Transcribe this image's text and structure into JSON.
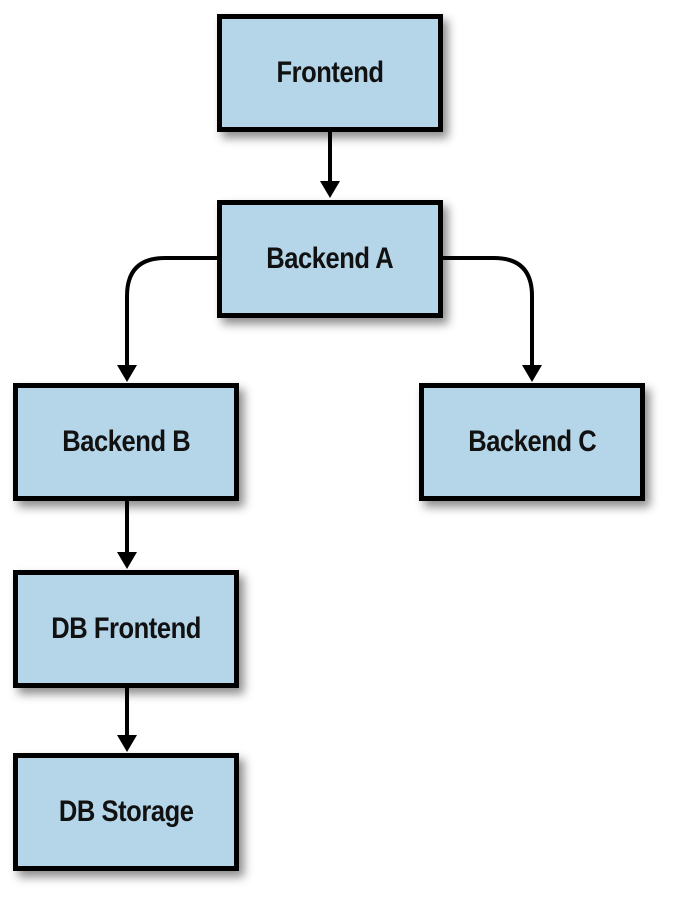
{
  "diagram": {
    "type": "flowchart",
    "nodes": [
      {
        "id": "frontend",
        "label": "Frontend"
      },
      {
        "id": "backend-a",
        "label": "Backend A"
      },
      {
        "id": "backend-b",
        "label": "Backend B"
      },
      {
        "id": "backend-c",
        "label": "Backend C"
      },
      {
        "id": "db-frontend",
        "label": "DB Frontend"
      },
      {
        "id": "db-storage",
        "label": "DB Storage"
      }
    ],
    "edges": [
      {
        "from": "Frontend",
        "to": "Backend A",
        "style": "straight-down-arrow"
      },
      {
        "from": "Backend A",
        "to": "Backend B",
        "style": "curved-left-down-arrow"
      },
      {
        "from": "Backend A",
        "to": "Backend C",
        "style": "curved-right-down-arrow"
      },
      {
        "from": "Backend B",
        "to": "DB Frontend",
        "style": "straight-down-arrow"
      },
      {
        "from": "DB Frontend",
        "to": "DB Storage",
        "style": "straight-down-arrow"
      }
    ],
    "colors": {
      "node_fill": "#b5d5e9",
      "node_border": "#000000",
      "arrow": "#000000",
      "background": "#ffffff",
      "shadow": "rgba(0,0,0,0.45)"
    }
  }
}
